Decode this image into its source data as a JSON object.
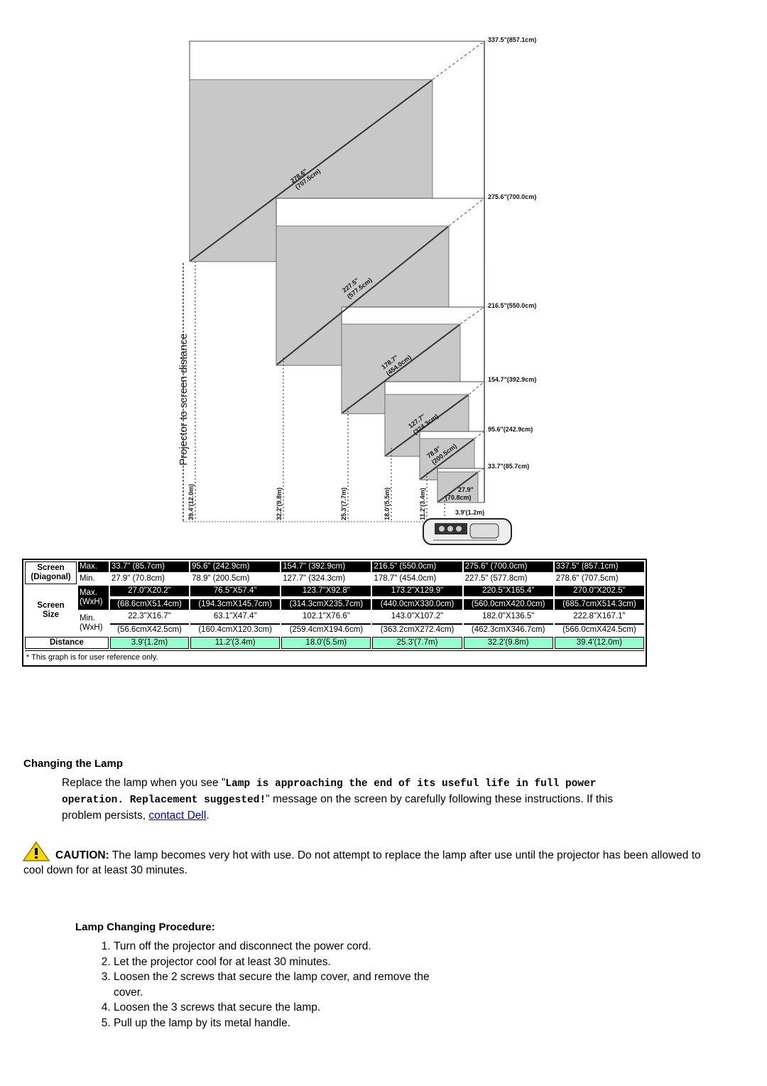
{
  "diagram": {
    "axis_label": "Projector to screen distance",
    "diagonal_labels": [
      {
        "inch": "278.6\"",
        "cm": "(707.5cm)"
      },
      {
        "inch": "227.5\"",
        "cm": "(577.5cm)"
      },
      {
        "inch": "178.7\"",
        "cm": "(454.0cm)"
      },
      {
        "inch": "127.7\"",
        "cm": "(324.3cm)"
      },
      {
        "inch": "78.9\"",
        "cm": "(200.5cm)"
      },
      {
        "inch": "27.9\"",
        "cm": "(70.8cm)"
      }
    ],
    "right_labels": [
      "337.5\"(857.1cm)",
      "275.6\"(700.0cm)",
      "216.5\"(550.0cm)",
      "154.7\"(392.9cm)",
      "95.6\"(242.9cm)",
      "33.7\"(85.7cm)",
      "3.9'(1.2m)"
    ],
    "distance_labels": [
      "39.4'(12.0m)",
      "32.2'(9.8m)",
      "25.3'(7.7m)",
      "18.0'(5.5m)",
      "11.2'(3.4m)"
    ]
  },
  "table": {
    "screen_diagonal_label": [
      "Screen",
      "(Diagonal)"
    ],
    "max_label": "Max.",
    "min_label": "Min.",
    "diag_max": [
      "33.7\" (85.7cm)",
      "95.6\" (242.9cm)",
      "154.7\" (392.9cm)",
      "216.5\" (550.0cm)",
      "275.6\" (700.0cm)",
      "337.5\" (857.1cm)"
    ],
    "diag_min": [
      "27.9\" (70.8cm)",
      "78.9\" (200.5cm)",
      "127.7\" (324.3cm)",
      "178.7\" (454.0cm)",
      "227.5\" (577.8cm)",
      "278.6\" (707.5cm)"
    ],
    "screen_size_label": [
      "Screen",
      "Size"
    ],
    "max_wxh_label": [
      "Max.",
      "(WxH)"
    ],
    "min_wxh_label": [
      "Min.",
      "(WxH)"
    ],
    "size_max_in": [
      "27.0\"X20.2\"",
      "76.5\"X57.4\"",
      "123.7\"X92.8\"",
      "173.2\"X129.9\"",
      "220.5\"X165.4\"",
      "270.0\"X202.5\""
    ],
    "size_max_cm": [
      "(68.6cmX51.4cm)",
      "(194.3cmX145.7cm)",
      "(314.3cmX235.7cm)",
      "(440.0cmX330.0cm)",
      "(560.0cmX420.0cm)",
      "(685.7cmX514.3cm)"
    ],
    "size_min_in": [
      "22.3\"X16.7\"",
      "63.1\"X47.4\"",
      "102.1\"X76.6\"",
      "143.0\"X107.2\"",
      "182.0\"X136.5\"",
      "222.8\"X167.1\""
    ],
    "size_min_cm": [
      "(56.6cmX42.5cm)",
      "(160.4cmX120.3cm)",
      "(259.4cmX194.6cm)",
      "(363.2cmX272.4cm)",
      "(462.3cmX346.7cm)",
      "(566.0cmX424.5cm)"
    ],
    "distance_label": "Distance",
    "distances": [
      "3.9'(1.2m)",
      "11.2'(3.4m)",
      "18.0'(5.5m)",
      "25.3'(7.7m)",
      "32.2'(9.8m)",
      "39.4'(12.0m)"
    ],
    "note": "* This graph is for user reference only."
  },
  "changing_lamp": {
    "title": "Changing the Lamp",
    "intro_pre": "Replace the lamp when you see \"",
    "intro_msg": "Lamp is approaching the end of its useful life in full power operation. Replacement suggested!",
    "intro_post": "\" message on the screen by carefully following these instructions. If this problem persists, ",
    "link": "contact Dell",
    "intro_end": "."
  },
  "caution": {
    "label": "CAUTION:",
    "text": " The lamp becomes very hot with use. Do not attempt to replace the lamp after use until the projector has been allowed to cool down for at least 30 minutes."
  },
  "procedure": {
    "title": "Lamp Changing Procedure:",
    "steps": [
      "Turn off the projector and disconnect the power cord.",
      "Let the projector cool for at least 30 minutes.",
      "Loosen the 2 screws that secure the lamp cover, and remove the cover.",
      "Loosen the 3 screws that secure the lamp.",
      "Pull up the lamp by its metal handle."
    ]
  },
  "colors": {
    "screen_fill": "#c8c8c8",
    "distance_cell": "#99ffcc",
    "link": "#0000cc",
    "caution_icon": "#f5d800"
  }
}
